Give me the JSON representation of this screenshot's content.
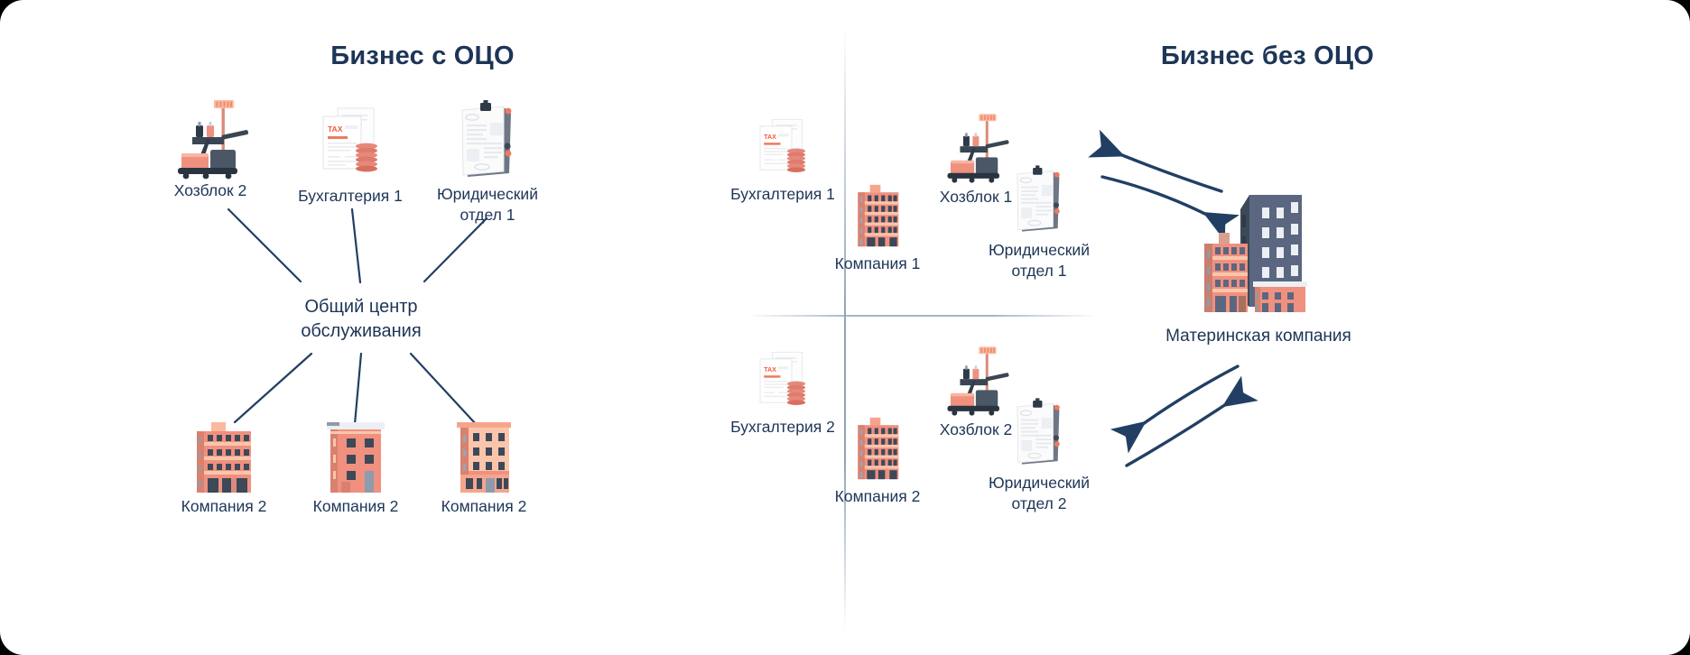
{
  "colors": {
    "text_navy": "#1d3557",
    "line_navy": "#223f63",
    "building_pink": "#f0907f",
    "building_light": "#fbb99f",
    "building_dark": "#5b6780",
    "accent_red": "#ef5b3f",
    "card_bg": "#ffffff",
    "page_bg": "#000000",
    "divider": "#8c9eb4"
  },
  "left_panel": {
    "title": "Бизнес с ОЦО",
    "hub": {
      "label": "Общий центр\nобслуживания",
      "name": "shared-service-center"
    },
    "top_nodes": [
      {
        "label": "Хозблок 2",
        "icon": "cleaning-cart-icon"
      },
      {
        "label": "Бухгалтерия 1",
        "icon": "tax-document-icon"
      },
      {
        "label": "Юридический\nотдел 1",
        "icon": "legal-document-icon"
      }
    ],
    "bottom_nodes": [
      {
        "label": "Компания 2",
        "icon": "office-building-icon"
      },
      {
        "label": "Компания 2",
        "icon": "office-building-icon"
      },
      {
        "label": "Компания 2",
        "icon": "office-building-icon"
      }
    ]
  },
  "right_panel": {
    "title": "Бизнес без ОЦО",
    "parent": {
      "label": "Материнская компания",
      "icon": "corporate-towers-icon"
    },
    "group_top": [
      {
        "label": "Бухгалтерия 1",
        "icon": "tax-document-icon"
      },
      {
        "label": "Компания 1",
        "icon": "office-building-icon"
      },
      {
        "label": "Хозблок 1",
        "icon": "cleaning-cart-icon"
      },
      {
        "label": "Юридический\nотдел 1",
        "icon": "legal-document-icon"
      }
    ],
    "group_bottom": [
      {
        "label": "Бухгалтерия 2",
        "icon": "tax-document-icon"
      },
      {
        "label": "Компания 2",
        "icon": "office-building-icon"
      },
      {
        "label": "Хозблок 2",
        "icon": "cleaning-cart-icon"
      },
      {
        "label": "Юридический\nотдел 2",
        "icon": "legal-document-icon"
      }
    ]
  }
}
